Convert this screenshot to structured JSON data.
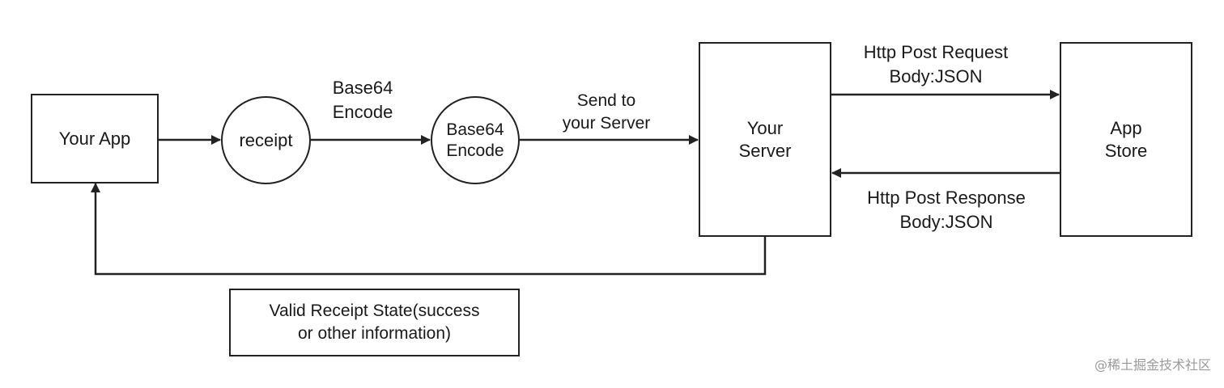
{
  "nodes": {
    "your_app": "Your App",
    "receipt": "receipt",
    "base64_encode": [
      "Base64",
      "Encode"
    ],
    "your_server": [
      "Your",
      "Server"
    ],
    "app_store": [
      "App",
      "Store"
    ],
    "valid_receipt_state": [
      "Valid Receipt State(success",
      "or other information)"
    ]
  },
  "edges": {
    "receipt_to_encode": [
      "Base64",
      "Encode"
    ],
    "encode_to_server": [
      "Send to",
      "your Server"
    ],
    "post_request": [
      "Http Post Request",
      "Body:JSON"
    ],
    "post_response": [
      "Http Post Response",
      "Body:JSON"
    ]
  },
  "watermark": "@稀土掘金技术社区",
  "colors": {
    "stroke": "#222222",
    "watermark": "#9a9a9a"
  }
}
